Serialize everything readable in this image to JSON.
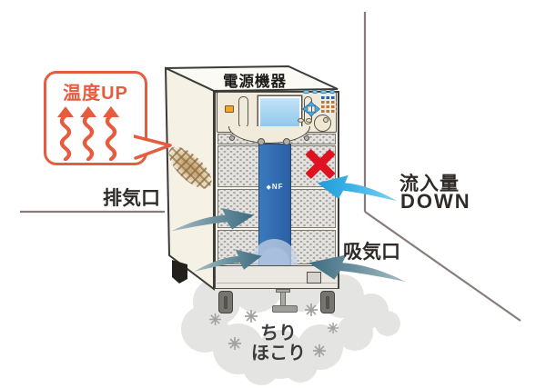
{
  "device": {
    "title": "電源機器",
    "logo_diamond": "◆",
    "logo_text": "NF"
  },
  "bubble": {
    "label": "温度UP",
    "accent_color": "#E65C3F"
  },
  "labels": {
    "exhaust_port": "排気口",
    "inflow_line1": "流入量",
    "inflow_line2": "DOWN",
    "intake_port": "吸気口",
    "dust_line1": "ちり",
    "dust_line2": "ほこり"
  },
  "colors": {
    "cross_red": "#DE1220",
    "airflow_teal": "#4F7A8A",
    "inflow_blue": "#3FB3E8",
    "stripe_blue": "#2F6FB5",
    "dust_brown": "#8B6A3D"
  }
}
